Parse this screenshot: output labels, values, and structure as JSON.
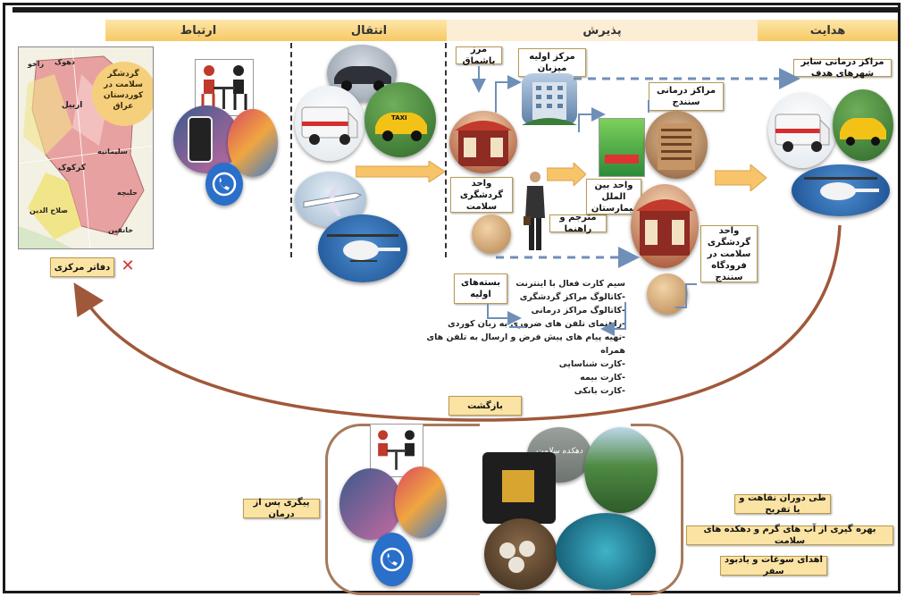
{
  "phases": [
    "ارتباط",
    "انتقال",
    "پذیرش",
    "هدایت"
  ],
  "map": {
    "title": "گردشگر سلامت در کوردستان عراق",
    "cities": [
      "زاخو",
      "دهوک",
      "اربیل",
      "سلیمانیه",
      "کرکوک",
      "حلبچه",
      "صلاح الدین",
      "خانقین"
    ]
  },
  "labels": {
    "central_offices": "دفاتر مرکزی",
    "bashmaq": "مرز باشماق",
    "primary_host": "مرکز اولیه میزبان",
    "target_cities": "مراکز درمانی سایر شهرهای هدف",
    "sanandaj_centers": "مراکز درمانی سنندج",
    "tourism_unit": "واحد گردشگری سلامت",
    "translator": "مترجم و راهنما",
    "intl_unit": "واحد بین الملل بیمارستان",
    "airport_unit": "واحد گردشگری سلامت در فرودگاه سنندج",
    "packages": "بسته‌های اولیه",
    "return": "بازگشت",
    "followup": "پیگری پس از درمان",
    "recovery": "طی دوران نقاهت و یا تفریح",
    "hot_springs": "بهره گیری از آب های گرم و دهکده های سلامت",
    "souvenirs": "اهدای سوغات و یادبود سفر",
    "village_sign": "دهکده سلامت"
  },
  "package_items": [
    "سیم کارت فعال با اینترنت",
    "-کاتالوگ مراکز گردشگری",
    "-کاتالوگ مراکز درمانی",
    "-راهنمای تلفن های ضروری به زبان کوردی",
    "-تهیه پیام های پیش فرض و ارسال به تلفن های همراه",
    "-کارت شناسایی",
    "-کارت بیمه",
    "-کارت بانکی"
  ],
  "taxi_sign": "TAXI",
  "icons": [
    "meeting-icon",
    "smartphone-apps-icon",
    "phone-icon",
    "car-icon",
    "ambulance-icon",
    "taxi-icon",
    "airplane-icon",
    "helicopter-icon",
    "hospital-icon",
    "businessman-icon",
    "package-icon",
    "map-icon",
    "cross-mark-icon",
    "spa-pool-icon",
    "mountains-icon",
    "gift-box-icon"
  ],
  "colors": {
    "phase_bar": "#f7c964",
    "label_bg": "#fbe3a3",
    "arrow_orange": "#f8c46a",
    "dashed_arrow": "#6f8fb8",
    "return_arc": "#a0583a",
    "map_region": "#e8a1a1",
    "cross": "#d83232"
  }
}
